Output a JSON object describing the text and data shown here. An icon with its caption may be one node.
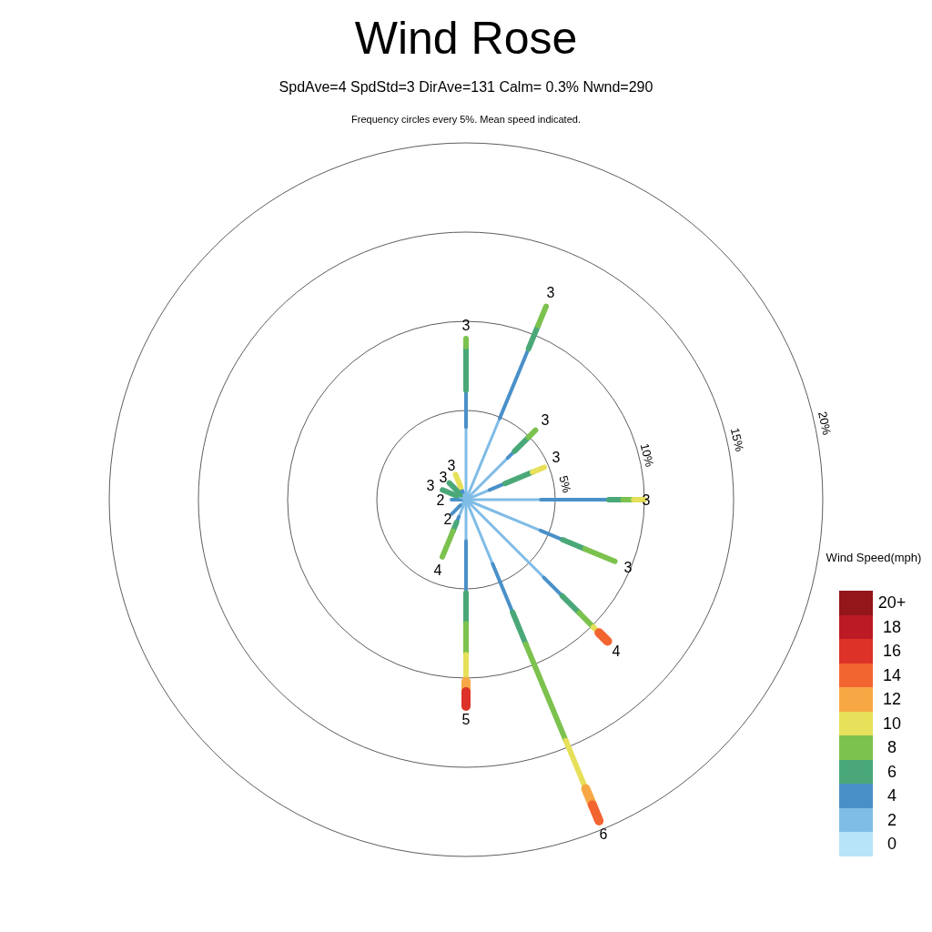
{
  "diagram": {
    "title": "Wind Rose",
    "labels": [
      "SpdAve=4  SpdStd=3  DirAve=131   Calm= 0.3%  Nwnd=290",
      "Frequency circles every 5%. Mean speed indicated.",
      "5%",
      "10%",
      "15%",
      "20%",
      "3",
      "3",
      "3",
      "3",
      "3",
      "3",
      "4",
      "6",
      "5",
      "4",
      "2",
      "2",
      "3",
      "3",
      "3",
      "Wind Speed(mph)"
    ],
    "legend": [
      {
        "text": "20+",
        "color": "#93161a"
      },
      {
        "text": "18",
        "color": "#bc1a24"
      },
      {
        "text": "16",
        "color": "#dc3228"
      },
      {
        "text": "14",
        "color": "#f26430"
      },
      {
        "text": "12",
        "color": "#f7a845"
      },
      {
        "text": "10",
        "color": "#e6e05a"
      },
      {
        "text": "8",
        "color": "#7cc24e"
      },
      {
        "text": "6",
        "color": "#4aa878"
      },
      {
        "text": "4",
        "color": "#4a90c8"
      },
      {
        "text": "2",
        "color": "#7fbce6"
      },
      {
        "text": "0",
        "color": "#b8e4f8"
      }
    ]
  }
}
